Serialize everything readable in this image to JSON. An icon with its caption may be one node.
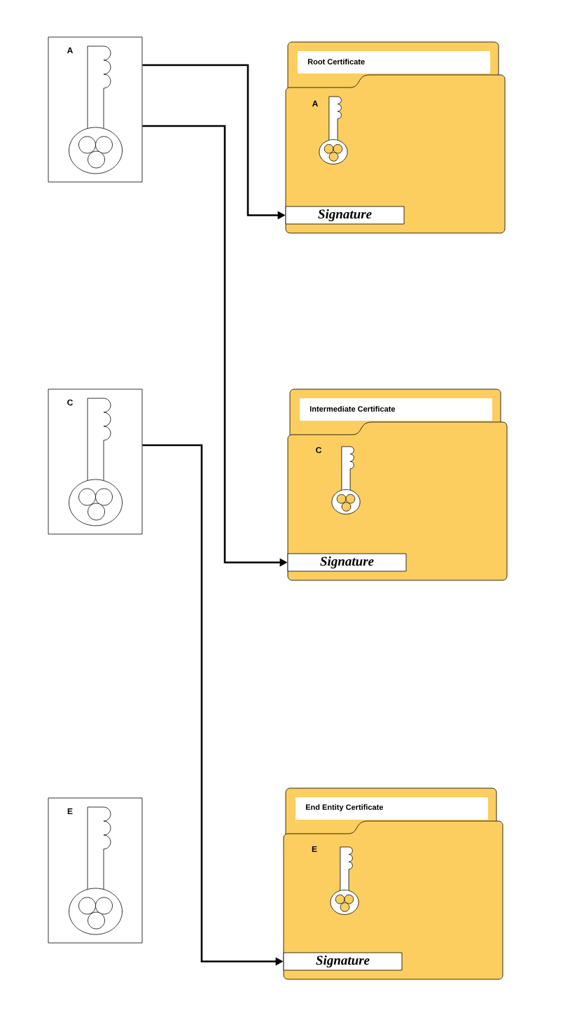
{
  "diagram": {
    "nodes": [
      {
        "text": [
          "A"
        ]
      },
      {
        "text": [
          "Root Certificate",
          "A"
        ]
      },
      {
        "text": [
          "Signature"
        ],
        "in": 1
      },
      {
        "text": [
          "C"
        ]
      },
      {
        "text": [
          "Intermediate Certificate",
          "C"
        ]
      },
      {
        "text": [
          "Signature"
        ],
        "in": 4
      },
      {
        "text": [
          "E"
        ]
      },
      {
        "text": [
          "End Entity Certificate",
          "E"
        ]
      },
      {
        "text": [
          "Signature"
        ],
        "in": 7
      }
    ],
    "edges": [
      {
        "from": 0,
        "to": 2,
        "arrow": "to"
      },
      {
        "from": 0,
        "to": 5,
        "arrow": "to"
      },
      {
        "from": 3,
        "to": 8,
        "arrow": "to"
      }
    ]
  }
}
